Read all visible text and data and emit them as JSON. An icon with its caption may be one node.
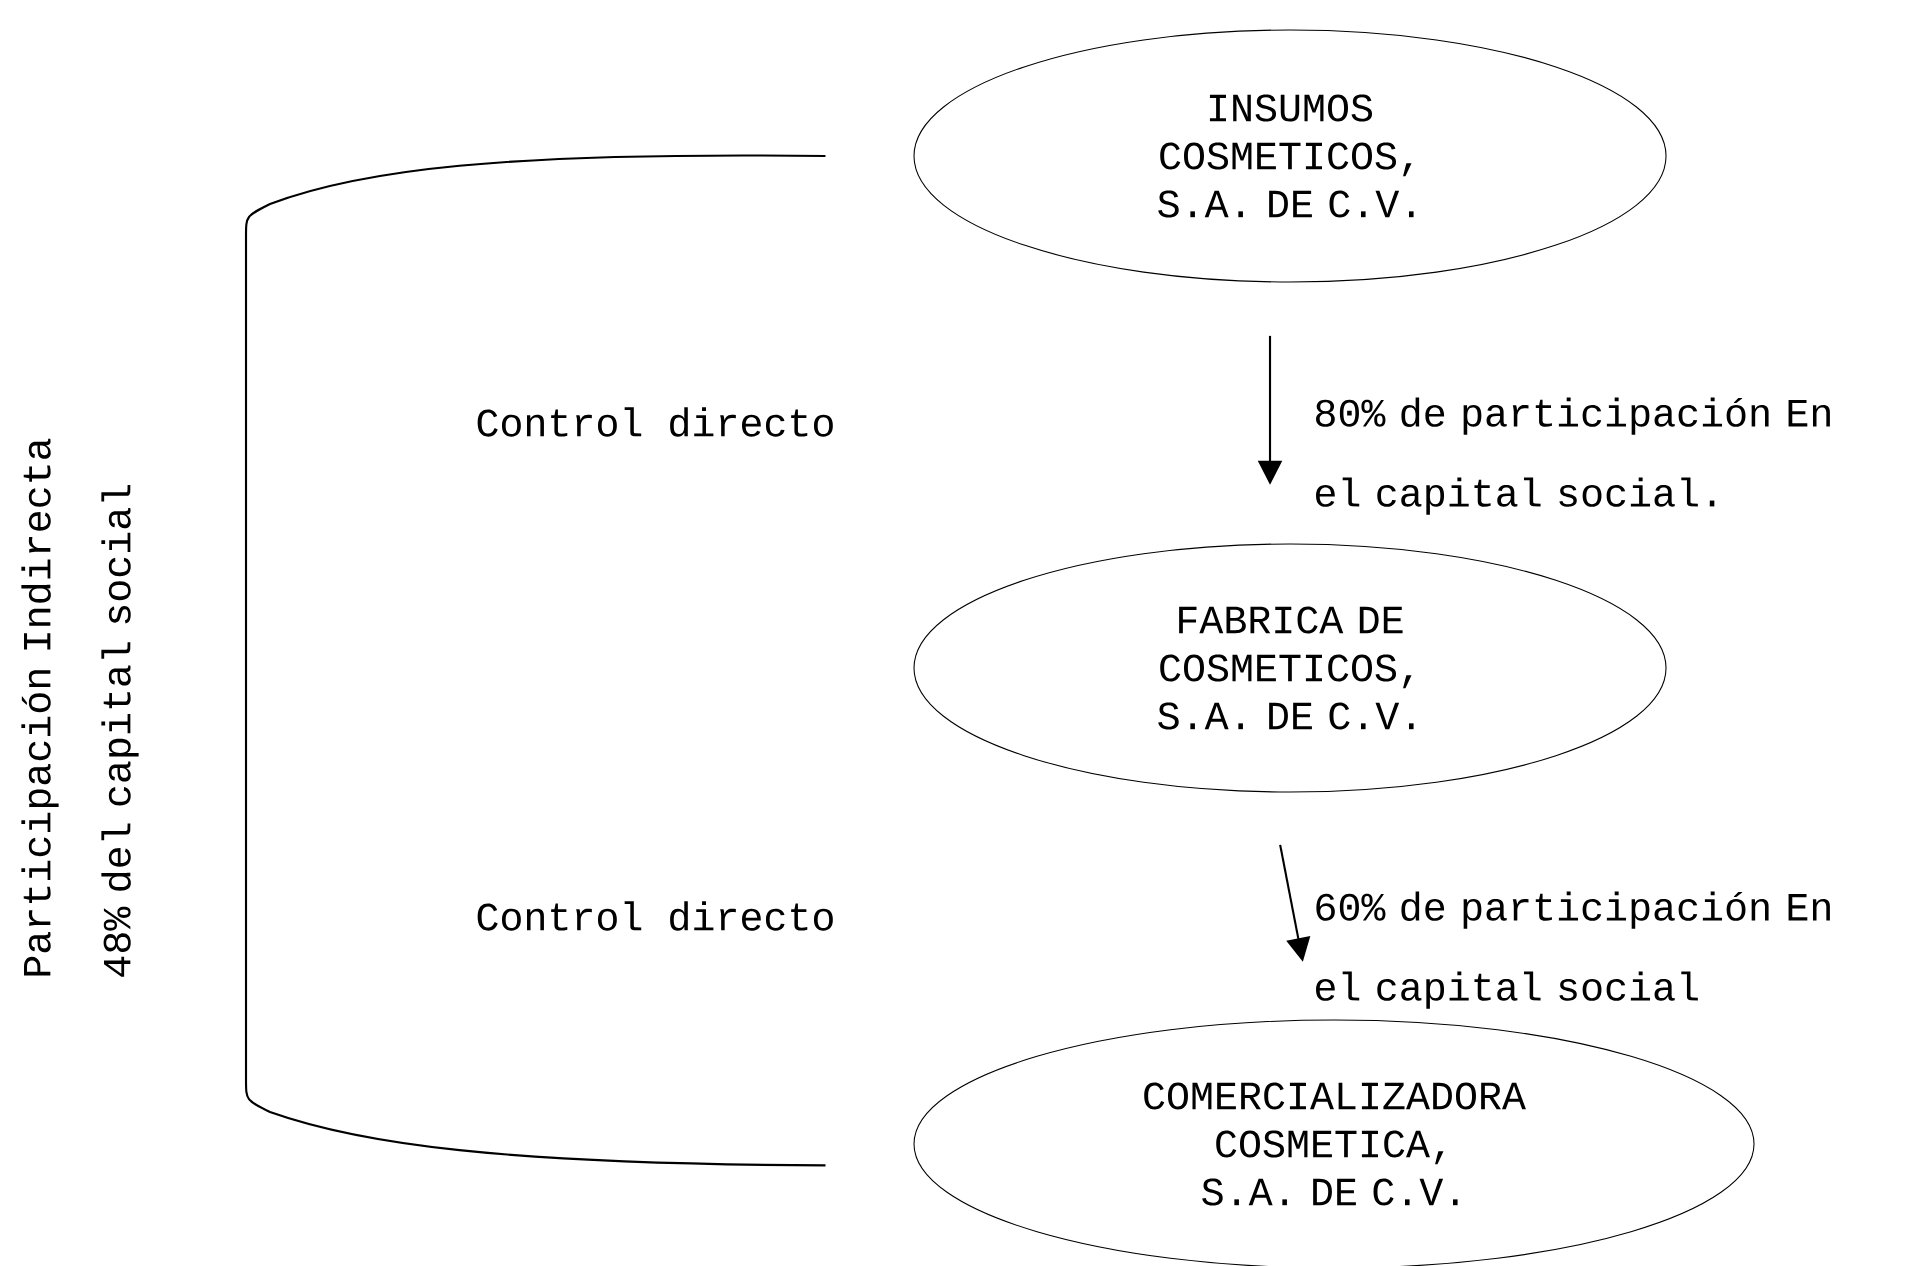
{
  "diagram": {
    "nodes": [
      {
        "text": [
          "INSUMOS COSMETICOS, S.A. DE C.V."
        ]
      },
      {
        "text": [
          "FABRICA DE COSMETICOS, S.A. DE C.V."
        ]
      },
      {
        "text": [
          "COMERCIALIZADORA COSMETICA, S.A. DE C.V."
        ]
      }
    ],
    "edges": [
      {
        "from": 0,
        "to": 1,
        "arrow": "to",
        "label": "80% de participación En el capital social."
      },
      {
        "from": 1,
        "to": 2,
        "arrow": "to",
        "label": "60% de participación En el capital social"
      },
      {
        "from": 0,
        "to": 2,
        "arrow": "none",
        "label": "Participación Indirecta 48% del capital social"
      }
    ],
    "labels": [
      "Control directo",
      "Control directo"
    ]
  }
}
